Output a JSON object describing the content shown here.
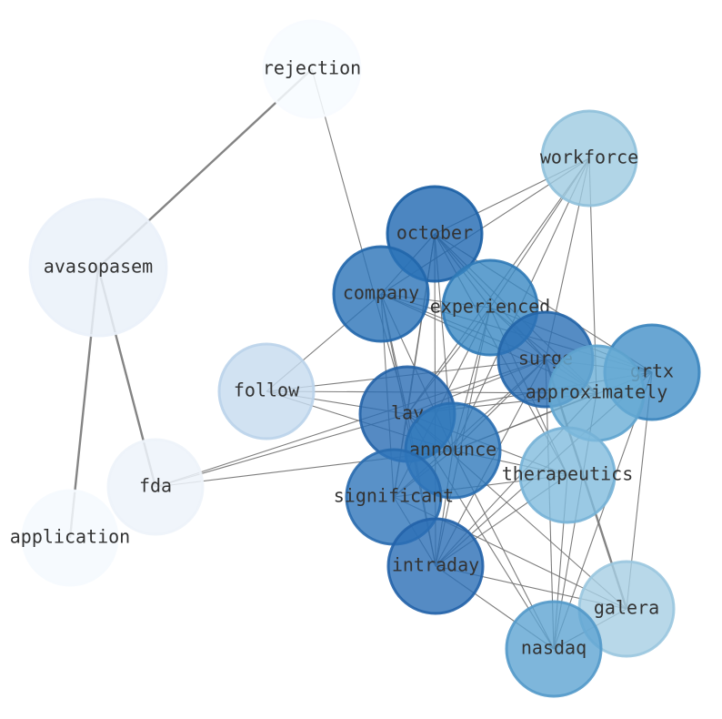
{
  "nodes": [
    {
      "id": "rejection",
      "label": "rejection",
      "fill": "#f7fbff",
      "stroke": "#f7fbff",
      "opacity": 0.85
    },
    {
      "id": "workforce",
      "label": "workforce",
      "fill": "#9ecae1",
      "stroke": "#8fc0da",
      "opacity": 0.8
    },
    {
      "id": "avasopasem",
      "label": "avasopasem",
      "fill": "#eaf1f9",
      "stroke": "#eaf1f9",
      "opacity": 0.85
    },
    {
      "id": "october",
      "label": "october",
      "fill": "#1f68b1",
      "stroke": "#1a5ea4",
      "opacity": 0.8
    },
    {
      "id": "company",
      "label": "company",
      "fill": "#2a73b8",
      "stroke": "#2166ab",
      "opacity": 0.8
    },
    {
      "id": "experienced",
      "label": "experienced",
      "fill": "#3a88c3",
      "stroke": "#2f79b6",
      "opacity": 0.8
    },
    {
      "id": "follow",
      "label": "follow",
      "fill": "#c6dbef",
      "stroke": "#bad3ea",
      "opacity": 0.8
    },
    {
      "id": "surge",
      "label": "surge",
      "fill": "#2b6fb5",
      "stroke": "#2465a8",
      "opacity": 0.8
    },
    {
      "id": "grtx",
      "label": "grtx",
      "fill": "#4490c8",
      "stroke": "#3a84bd",
      "opacity": 0.8
    },
    {
      "id": "approximately",
      "label": "approximately",
      "fill": "#6aaed6",
      "stroke": "#5ea3ce",
      "opacity": 0.8
    },
    {
      "id": "lay",
      "label": "lay",
      "fill": "#2a6db4",
      "stroke": "#2462a6",
      "opacity": 0.8
    },
    {
      "id": "announce",
      "label": "announce",
      "fill": "#3079bb",
      "stroke": "#286db0",
      "opacity": 0.8
    },
    {
      "id": "fda",
      "label": "fda",
      "fill": "#edf3fa",
      "stroke": "#edf3fa",
      "opacity": 0.85
    },
    {
      "id": "therapeutics",
      "label": "therapeutics",
      "fill": "#81bbdd",
      "stroke": "#75b1d6",
      "opacity": 0.8
    },
    {
      "id": "significant",
      "label": "significant",
      "fill": "#3075ba",
      "stroke": "#286aae",
      "opacity": 0.8
    },
    {
      "id": "application",
      "label": "application",
      "fill": "#f5f9fe",
      "stroke": "#f5f9fe",
      "opacity": 0.85
    },
    {
      "id": "intraday",
      "label": "intraday",
      "fill": "#2a6eb5",
      "stroke": "#2262a8",
      "opacity": 0.8
    },
    {
      "id": "galera",
      "label": "galera",
      "fill": "#a6cee4",
      "stroke": "#9ac6df",
      "opacity": 0.8
    },
    {
      "id": "nasdaq",
      "label": "nasdaq",
      "fill": "#5ea4d2",
      "stroke": "#5399c9",
      "opacity": 0.8
    }
  ],
  "edges": [
    {
      "source": "avasopasem",
      "target": "rejection",
      "heavy": true
    },
    {
      "source": "avasopasem",
      "target": "fda",
      "heavy": true
    },
    {
      "source": "avasopasem",
      "target": "application",
      "heavy": true
    },
    {
      "source": "rejection",
      "target": "lay",
      "heavy": false
    },
    {
      "source": "workforce",
      "target": "october",
      "heavy": false
    },
    {
      "source": "workforce",
      "target": "company",
      "heavy": false
    },
    {
      "source": "workforce",
      "target": "experienced",
      "heavy": false
    },
    {
      "source": "workforce",
      "target": "approximately",
      "heavy": false
    },
    {
      "source": "workforce",
      "target": "lay",
      "heavy": false
    },
    {
      "source": "workforce",
      "target": "surge",
      "heavy": false
    },
    {
      "source": "workforce",
      "target": "announce",
      "heavy": false
    },
    {
      "source": "october",
      "target": "company",
      "heavy": false
    },
    {
      "source": "october",
      "target": "experienced",
      "heavy": false
    },
    {
      "source": "october",
      "target": "surge",
      "heavy": false
    },
    {
      "source": "october",
      "target": "lay",
      "heavy": false
    },
    {
      "source": "october",
      "target": "announce",
      "heavy": false
    },
    {
      "source": "october",
      "target": "grtx",
      "heavy": false
    },
    {
      "source": "october",
      "target": "approximately",
      "heavy": false
    },
    {
      "source": "october",
      "target": "intraday",
      "heavy": false
    },
    {
      "source": "october",
      "target": "significant",
      "heavy": false
    },
    {
      "source": "october",
      "target": "therapeutics",
      "heavy": false
    },
    {
      "source": "company",
      "target": "experienced",
      "heavy": false
    },
    {
      "source": "company",
      "target": "lay",
      "heavy": false
    },
    {
      "source": "company",
      "target": "announce",
      "heavy": false
    },
    {
      "source": "company",
      "target": "surge",
      "heavy": false
    },
    {
      "source": "company",
      "target": "follow",
      "heavy": false
    },
    {
      "source": "company",
      "target": "intraday",
      "heavy": false
    },
    {
      "source": "company",
      "target": "significant",
      "heavy": false
    },
    {
      "source": "company",
      "target": "approximately",
      "heavy": false
    },
    {
      "source": "company",
      "target": "grtx",
      "heavy": false
    },
    {
      "source": "experienced",
      "target": "surge",
      "heavy": false
    },
    {
      "source": "experienced",
      "target": "lay",
      "heavy": false
    },
    {
      "source": "experienced",
      "target": "announce",
      "heavy": false
    },
    {
      "source": "experienced",
      "target": "intraday",
      "heavy": false
    },
    {
      "source": "experienced",
      "target": "significant",
      "heavy": false
    },
    {
      "source": "experienced",
      "target": "approximately",
      "heavy": false
    },
    {
      "source": "experienced",
      "target": "grtx",
      "heavy": false
    },
    {
      "source": "experienced",
      "target": "therapeutics",
      "heavy": false
    },
    {
      "source": "surge",
      "target": "lay",
      "heavy": false
    },
    {
      "source": "surge",
      "target": "announce",
      "heavy": false
    },
    {
      "source": "surge",
      "target": "intraday",
      "heavy": false
    },
    {
      "source": "surge",
      "target": "significant",
      "heavy": false
    },
    {
      "source": "surge",
      "target": "galera",
      "heavy": true
    },
    {
      "source": "surge",
      "target": "nasdaq",
      "heavy": false
    },
    {
      "source": "surge",
      "target": "grtx",
      "heavy": false
    },
    {
      "source": "surge",
      "target": "approximately",
      "heavy": false
    },
    {
      "source": "surge",
      "target": "fda",
      "heavy": false
    },
    {
      "source": "grtx",
      "target": "lay",
      "heavy": false
    },
    {
      "source": "grtx",
      "target": "announce",
      "heavy": false
    },
    {
      "source": "grtx",
      "target": "intraday",
      "heavy": false
    },
    {
      "source": "grtx",
      "target": "galera",
      "heavy": false
    },
    {
      "source": "grtx",
      "target": "nasdaq",
      "heavy": false
    },
    {
      "source": "approximately",
      "target": "lay",
      "heavy": false
    },
    {
      "source": "approximately",
      "target": "announce",
      "heavy": false
    },
    {
      "source": "approximately",
      "target": "nasdaq",
      "heavy": false
    },
    {
      "source": "approximately",
      "target": "intraday",
      "heavy": false
    },
    {
      "source": "follow",
      "target": "lay",
      "heavy": false
    },
    {
      "source": "follow",
      "target": "announce",
      "heavy": false
    },
    {
      "source": "follow",
      "target": "surge",
      "heavy": false
    },
    {
      "source": "follow",
      "target": "approximately",
      "heavy": false
    },
    {
      "source": "lay",
      "target": "announce",
      "heavy": false
    },
    {
      "source": "lay",
      "target": "intraday",
      "heavy": false
    },
    {
      "source": "lay",
      "target": "significant",
      "heavy": false
    },
    {
      "source": "lay",
      "target": "fda",
      "heavy": false
    },
    {
      "source": "lay",
      "target": "nasdaq",
      "heavy": false
    },
    {
      "source": "lay",
      "target": "galera",
      "heavy": false
    },
    {
      "source": "lay",
      "target": "therapeutics",
      "heavy": false
    },
    {
      "source": "announce",
      "target": "fda",
      "heavy": false
    },
    {
      "source": "announce",
      "target": "intraday",
      "heavy": false
    },
    {
      "source": "announce",
      "target": "significant",
      "heavy": false
    },
    {
      "source": "announce",
      "target": "therapeutics",
      "heavy": false
    },
    {
      "source": "announce",
      "target": "nasdaq",
      "heavy": false
    },
    {
      "source": "therapeutics",
      "target": "intraday",
      "heavy": false
    },
    {
      "source": "therapeutics",
      "target": "significant",
      "heavy": false
    },
    {
      "source": "therapeutics",
      "target": "nasdaq",
      "heavy": false
    },
    {
      "source": "significant",
      "target": "intraday",
      "heavy": false
    },
    {
      "source": "significant",
      "target": "galera",
      "heavy": false
    },
    {
      "source": "intraday",
      "target": "galera",
      "heavy": false
    },
    {
      "source": "intraday",
      "target": "nasdaq",
      "heavy": false
    },
    {
      "source": "galera",
      "target": "nasdaq",
      "heavy": false
    }
  ]
}
